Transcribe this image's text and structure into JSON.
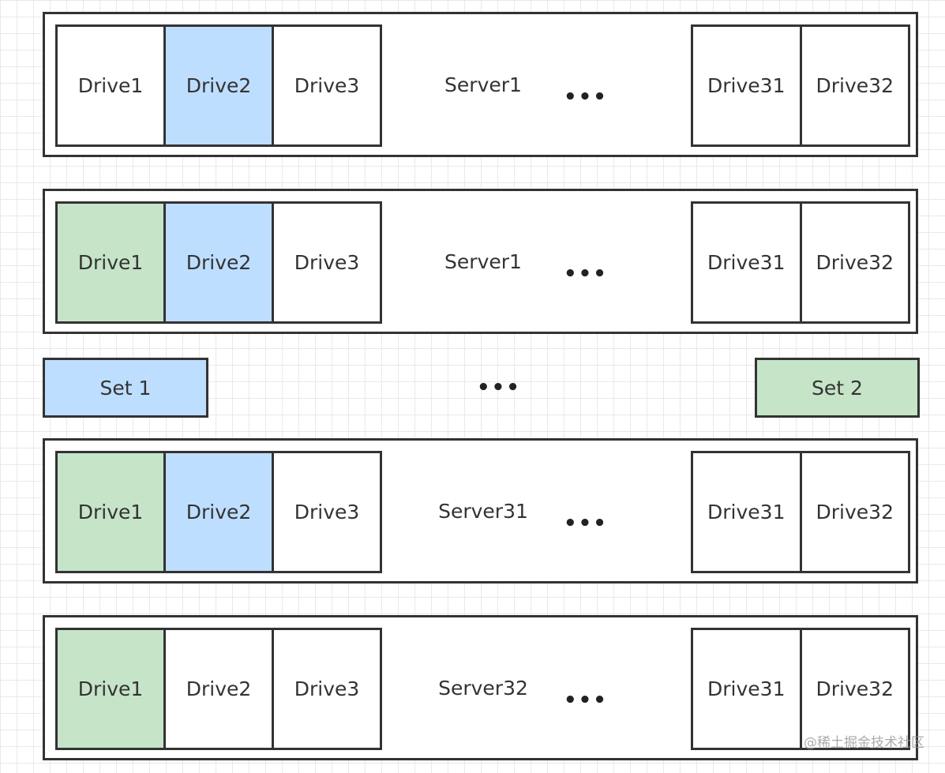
{
  "servers": [
    {
      "label": "Server1",
      "ellipsis": "•••",
      "drives_left": [
        {
          "label": "Drive1",
          "set": ""
        },
        {
          "label": "Drive2",
          "set": "Set 1"
        },
        {
          "label": "Drive3",
          "set": ""
        }
      ],
      "drives_right": [
        {
          "label": "Drive31",
          "set": ""
        },
        {
          "label": "Drive32",
          "set": ""
        }
      ]
    },
    {
      "label": "Server1",
      "ellipsis": "•••",
      "drives_left": [
        {
          "label": "Drive1",
          "set": "Set 2"
        },
        {
          "label": "Drive2",
          "set": "Set 1"
        },
        {
          "label": "Drive3",
          "set": ""
        }
      ],
      "drives_right": [
        {
          "label": "Drive31",
          "set": ""
        },
        {
          "label": "Drive32",
          "set": ""
        }
      ]
    },
    {
      "label": "Server31",
      "ellipsis": "•••",
      "drives_left": [
        {
          "label": "Drive1",
          "set": "Set 2"
        },
        {
          "label": "Drive2",
          "set": "Set 1"
        },
        {
          "label": "Drive3",
          "set": ""
        }
      ],
      "drives_right": [
        {
          "label": "Drive31",
          "set": ""
        },
        {
          "label": "Drive32",
          "set": ""
        }
      ]
    },
    {
      "label": "Server32",
      "ellipsis": "•••",
      "drives_left": [
        {
          "label": "Drive1",
          "set": "Set 2"
        },
        {
          "label": "Drive2",
          "set": ""
        },
        {
          "label": "Drive3",
          "set": ""
        }
      ],
      "drives_right": [
        {
          "label": "Drive31",
          "set": ""
        },
        {
          "label": "Drive32",
          "set": ""
        }
      ]
    }
  ],
  "legend": {
    "set1": "Set 1",
    "set2": "Set 2",
    "ellipsis": "•••"
  },
  "colors": {
    "set1": "#bedeff",
    "set2": "#c6e4c8",
    "border": "#333333"
  },
  "watermark": "@稀土掘金技术社区"
}
